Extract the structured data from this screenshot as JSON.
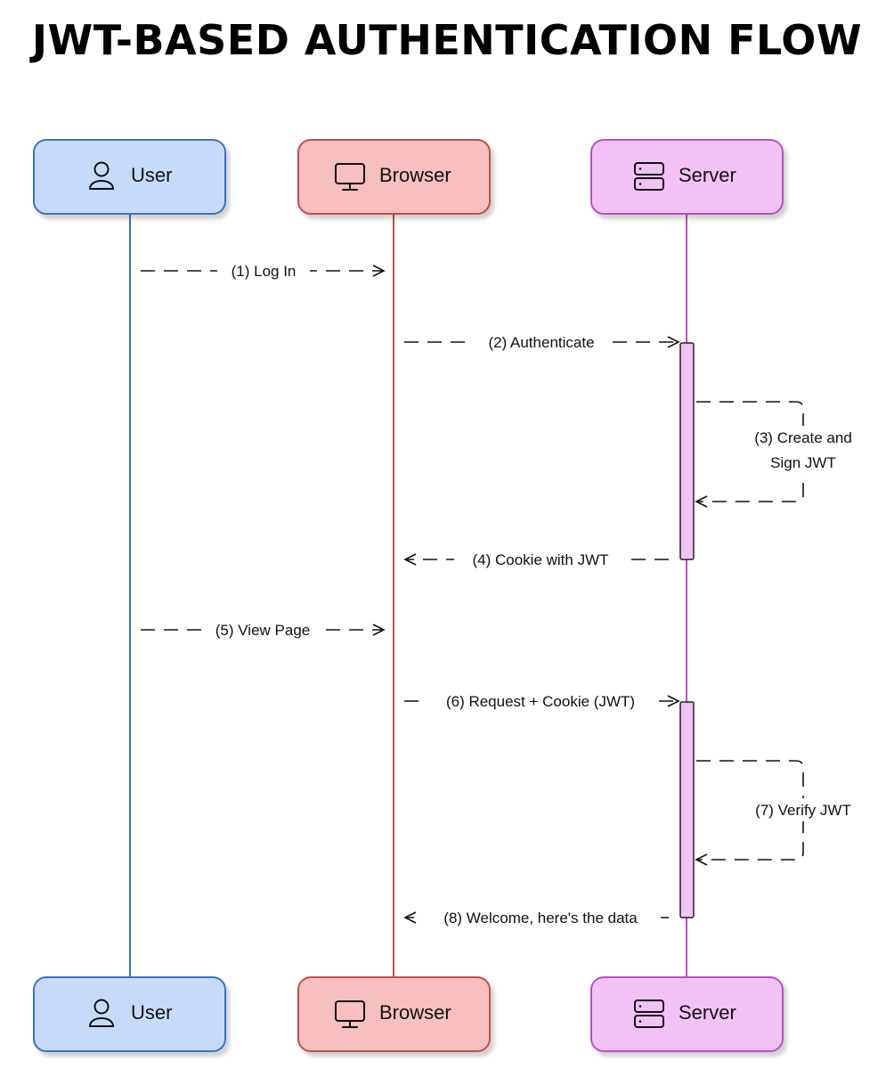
{
  "title": "JWT-BASED AUTHENTICATION FLOW",
  "colors": {
    "user_fill": "#c7dbf9",
    "user_stroke": "#3b72c2",
    "browser_fill": "#f7bfbf",
    "browser_stroke": "#c0504d",
    "server_fill": "#f2c2f5",
    "server_stroke": "#b94fc6",
    "arrow": "#111111"
  },
  "actors": {
    "user": {
      "label": "User",
      "icon": "user-icon"
    },
    "browser": {
      "label": "Browser",
      "icon": "monitor-icon"
    },
    "server": {
      "label": "Server",
      "icon": "server-icon"
    }
  },
  "messages": [
    {
      "label": "(1) Log In",
      "from": "user",
      "to": "browser",
      "type": "request"
    },
    {
      "label": "(2) Authenticate",
      "from": "browser",
      "to": "server",
      "type": "request"
    },
    {
      "label": "(3) Create and",
      "label_line2": "Sign JWT",
      "from": "server",
      "to": "server",
      "type": "self"
    },
    {
      "label": "(4) Cookie with JWT",
      "from": "server",
      "to": "browser",
      "type": "response"
    },
    {
      "label": "(5) View Page",
      "from": "user",
      "to": "browser",
      "type": "request"
    },
    {
      "label": "(6) Request + Cookie (JWT)",
      "from": "browser",
      "to": "server",
      "type": "request"
    },
    {
      "label": "(7) Verify JWT",
      "from": "server",
      "to": "server",
      "type": "self"
    },
    {
      "label": "(8) Welcome, here's the data",
      "from": "server",
      "to": "browser",
      "type": "response"
    }
  ]
}
